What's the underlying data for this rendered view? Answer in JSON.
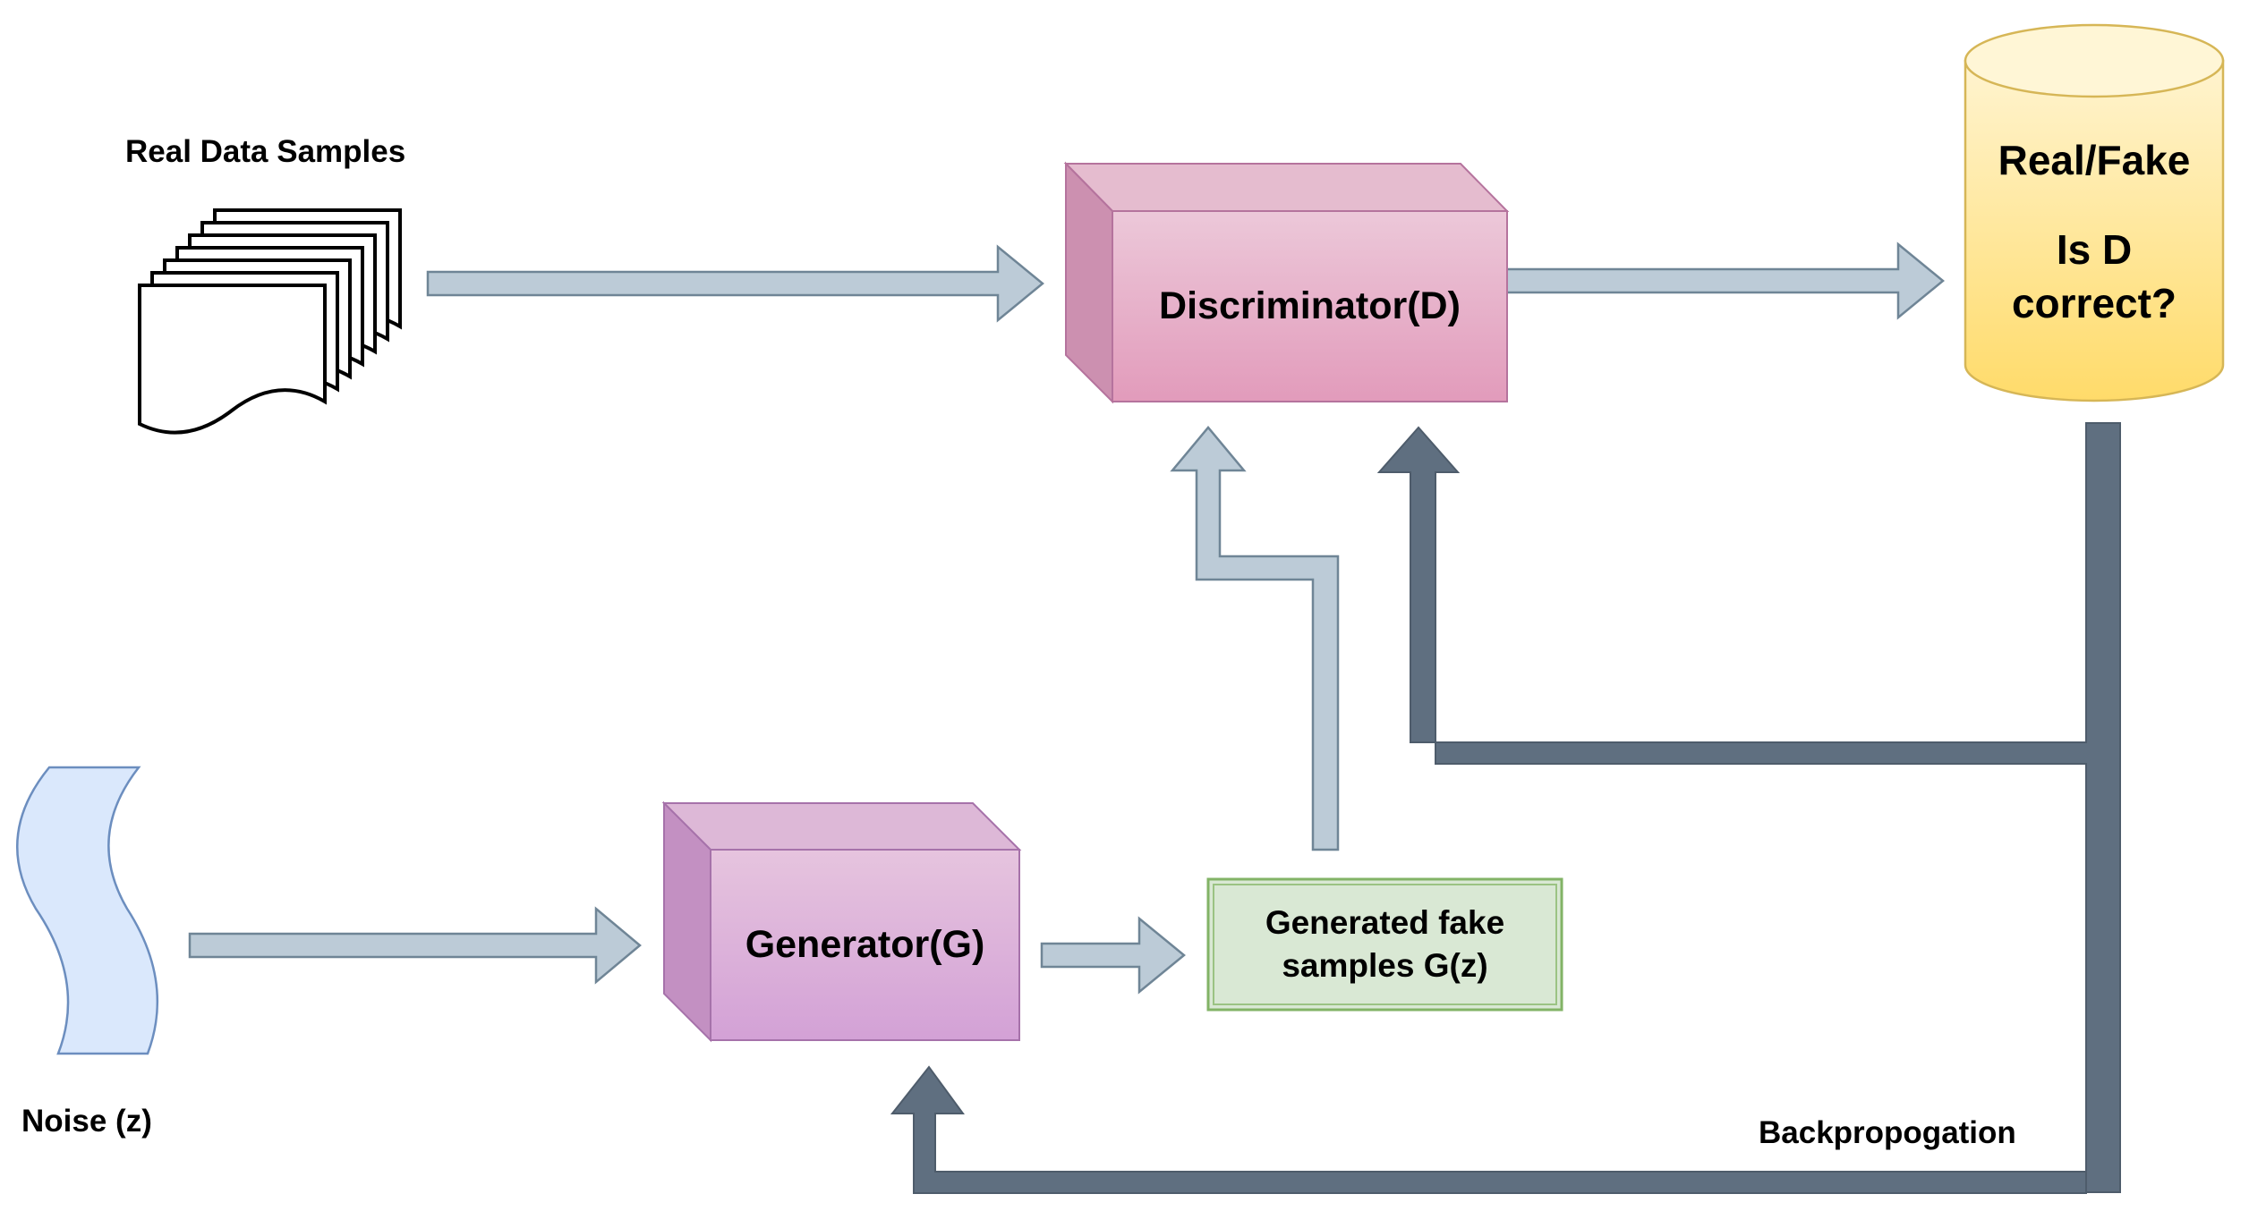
{
  "labels": {
    "real_data": "Real Data Samples",
    "noise": "Noise (z)",
    "backprop": "Backpropogation"
  },
  "nodes": {
    "discriminator": "Discriminator(D)",
    "generator": "Generator(G)",
    "fake_samples_line1": "Generated fake",
    "fake_samples_line2": "samples G(z)",
    "output_line1": "Real/Fake",
    "output_line2": "Is D",
    "output_line3": "correct?"
  },
  "colors": {
    "flow_arrow_fill": "#bccbd7",
    "flow_arrow_stroke": "#6f8596",
    "backprop_arrow": "#5f6f80",
    "box_top": "#e8c6d6",
    "box_bottom": "#d99bc4",
    "fake_fill": "#d7e8d2",
    "fake_stroke": "#82b366",
    "cylinder_top": "#fff2cc",
    "cylinder_bottom": "#ffd966",
    "cylinder_stroke": "#d6b656",
    "noise_fill": "#dae8fc",
    "noise_stroke": "#6c8ebf"
  }
}
